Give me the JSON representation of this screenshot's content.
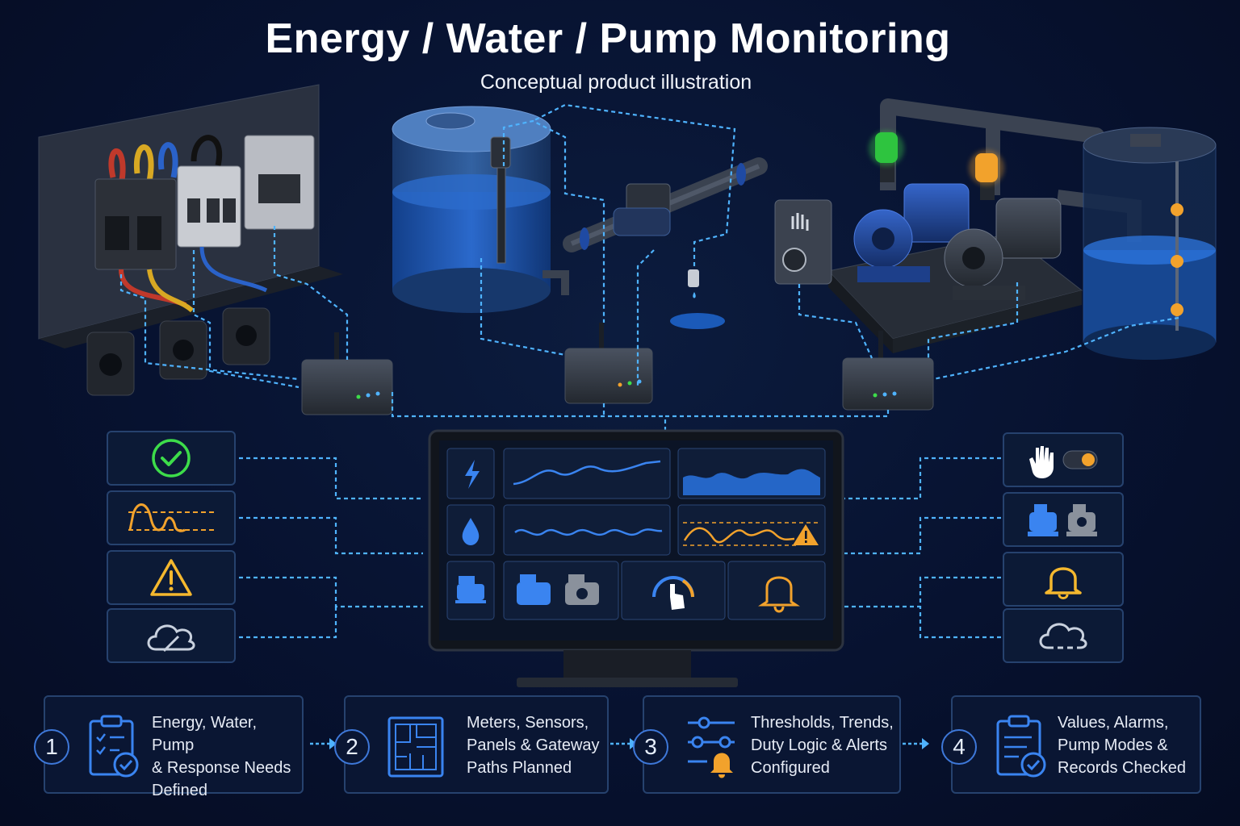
{
  "title": "Energy / Water / Pump Monitoring",
  "subtitle": "Conceptual product illustration",
  "colors": {
    "background": "#071230",
    "accent_blue": "#2f7be8",
    "line_cyan": "#4fb3ff",
    "ok_green": "#3ddc4a",
    "warn_orange": "#f2a22c",
    "alarm_yellow": "#f5b82e"
  },
  "left_panels": [
    {
      "icon": "check-circle-icon"
    },
    {
      "icon": "trend-threshold-icon"
    },
    {
      "icon": "warning-triangle-icon"
    },
    {
      "icon": "cloud-sync-icon"
    }
  ],
  "right_panels": [
    {
      "icon": "hand-toggle-icon"
    },
    {
      "icon": "pump-pair-icon"
    },
    {
      "icon": "bell-icon"
    },
    {
      "icon": "cloud-dashed-icon"
    }
  ],
  "monitor": {
    "rows": [
      {
        "icon": "lightning-icon",
        "widgets": [
          "wave-chart",
          "area-chart"
        ]
      },
      {
        "icon": "water-drop-icon",
        "widgets": [
          "wave-chart",
          "threshold-warning-chart"
        ]
      },
      {
        "icon": "pump-icon",
        "widgets": [
          "pump-pair",
          "gauge-touch",
          "bell"
        ]
      }
    ]
  },
  "steps": [
    {
      "number": "1",
      "icon": "clipboard-check-icon",
      "text": "Energy, Water, Pump\n& Response Needs\nDefined"
    },
    {
      "number": "2",
      "icon": "floorplan-icon",
      "text": "Meters, Sensors,\nPanels & Gateway\nPaths Planned"
    },
    {
      "number": "3",
      "icon": "sliders-bell-icon",
      "text": "Thresholds, Trends,\nDuty Logic & Alerts\nConfigured"
    },
    {
      "number": "4",
      "icon": "clipboard-check-icon",
      "text": "Values, Alarms,\nPump Modes &\nRecords Checked"
    }
  ]
}
